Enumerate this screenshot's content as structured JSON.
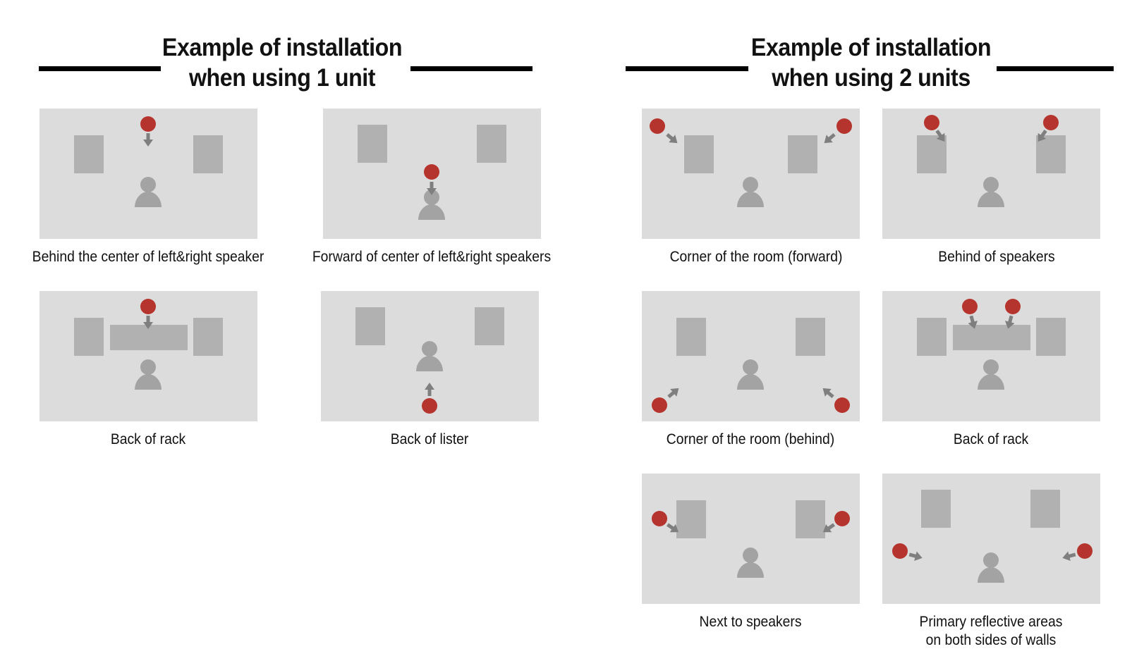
{
  "colors": {
    "background": "#ffffff",
    "panel": "#dcdcdc",
    "speaker": "#b1b1b1",
    "listener": "#a3a3a3",
    "arrow": "#7f7f7f",
    "unit": "#b5342d",
    "rule": "#000000"
  },
  "sections": [
    {
      "id": "one-unit",
      "title_line1": "Example of installation",
      "title_line2": "when using 1 unit",
      "examples": [
        {
          "caption": "Behind the center of  left&right speaker",
          "units": 1,
          "placement": "behind-center"
        },
        {
          "caption": "Forward of center of left&right speakers",
          "units": 1,
          "placement": "forward-center"
        },
        {
          "caption": "Back of rack",
          "units": 1,
          "placement": "back-of-rack"
        },
        {
          "caption": "Back of lister",
          "units": 1,
          "placement": "back-of-listener"
        }
      ]
    },
    {
      "id": "two-units",
      "title_line1": "Example of installation",
      "title_line2": "when using 2 units",
      "examples": [
        {
          "caption": "Corner of the room (forward)",
          "units": 2,
          "placement": "corner-forward"
        },
        {
          "caption": "Behind of speakers",
          "units": 2,
          "placement": "behind-speakers"
        },
        {
          "caption": "Corner of the room (behind)",
          "units": 2,
          "placement": "corner-behind"
        },
        {
          "caption": "Back of rack",
          "units": 2,
          "placement": "back-of-rack"
        },
        {
          "caption": "Next to speakers",
          "units": 2,
          "placement": "next-to-speakers"
        },
        {
          "caption_line1": "Primary reflective areas",
          "caption_line2": "on both sides of walls",
          "units": 2,
          "placement": "side-walls"
        }
      ]
    }
  ]
}
